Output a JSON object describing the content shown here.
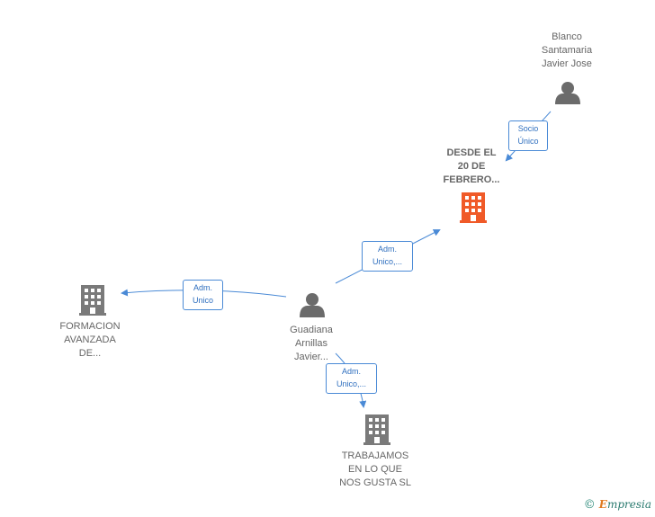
{
  "colors": {
    "edge": "#4a8ad6",
    "person_icon": "#6b6b6b",
    "company_icon": "#7a7a7a",
    "highlight_company": "#f05a28",
    "label_text": "#666666"
  },
  "nodes": {
    "blanco": {
      "label": "Blanco\nSantamaria\nJavier Jose",
      "icon": "person-icon"
    },
    "desde": {
      "label": "DESDE EL\n20 DE\nFEBRERO...",
      "icon": "building-icon"
    },
    "formacion": {
      "label": "FORMACION\nAVANZADA\nDE...",
      "icon": "building-icon"
    },
    "guadiana": {
      "label": "Guadiana\nArnillas\nJavier...",
      "icon": "person-icon"
    },
    "trabajamos": {
      "label": "TRABAJAMOS\nEN LO QUE\nNOS GUSTA SL",
      "icon": "building-icon"
    }
  },
  "edges": {
    "socio": {
      "label": "Socio\nÚnico"
    },
    "adm_desde": {
      "label": "Adm.\nUnico,..."
    },
    "adm_formacion": {
      "label": "Adm.\nUnico"
    },
    "adm_trabajamos": {
      "label": "Adm.\nUnico,..."
    }
  },
  "watermark": {
    "symbol": "©",
    "brand_initial": "E",
    "brand_rest": "mpresia"
  }
}
